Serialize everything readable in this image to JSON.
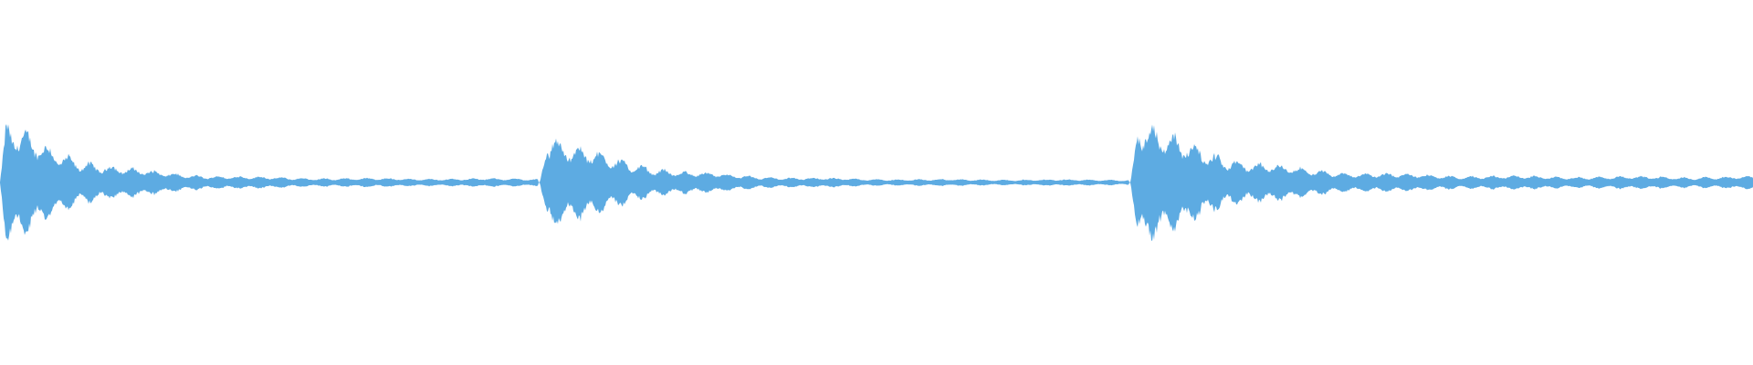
{
  "waveform": {
    "color": "#5dabe2",
    "background": "#ffffff",
    "segments": [
      {
        "onset_fraction": 0.0,
        "end_fraction": 0.307,
        "peak_amplitude": 0.68,
        "decay_to_amplitude": 0.04
      },
      {
        "onset_fraction": 0.308,
        "end_fraction": 0.644,
        "peak_amplitude": 0.59,
        "decay_to_amplitude": 0.03
      },
      {
        "onset_fraction": 0.645,
        "end_fraction": 1.0,
        "peak_amplitude": 0.74,
        "decay_to_amplitude": 0.06
      }
    ]
  }
}
